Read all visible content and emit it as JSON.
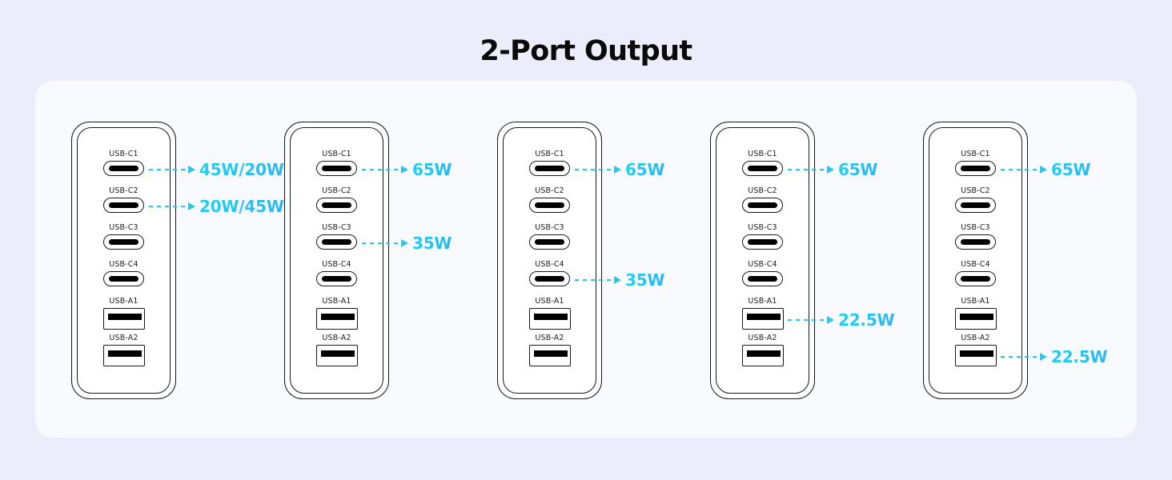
{
  "page": {
    "title": "2-Port Output",
    "background_color": "#ecedfa",
    "card_color": "#f9fafd",
    "accent_color": "#24c9f2",
    "outline_color": "#17181c"
  },
  "port_labels": {
    "c1": "USB-C1",
    "c2": "USB-C2",
    "c3": "USB-C3",
    "c4": "USB-C4",
    "a1": "USB-A1",
    "a2": "USB-A2"
  },
  "devices": [
    {
      "index": 1,
      "ports": [
        {
          "id": "c1",
          "label": "USB-C1",
          "type": "usb-c",
          "output": "45W/20W"
        },
        {
          "id": "c2",
          "label": "USB-C2",
          "type": "usb-c",
          "output": "20W/45W"
        },
        {
          "id": "c3",
          "label": "USB-C3",
          "type": "usb-c",
          "output": ""
        },
        {
          "id": "c4",
          "label": "USB-C4",
          "type": "usb-c",
          "output": ""
        },
        {
          "id": "a1",
          "label": "USB-A1",
          "type": "usb-a",
          "output": ""
        },
        {
          "id": "a2",
          "label": "USB-A2",
          "type": "usb-a",
          "output": ""
        }
      ]
    },
    {
      "index": 2,
      "ports": [
        {
          "id": "c1",
          "label": "USB-C1",
          "type": "usb-c",
          "output": "65W"
        },
        {
          "id": "c2",
          "label": "USB-C2",
          "type": "usb-c",
          "output": ""
        },
        {
          "id": "c3",
          "label": "USB-C3",
          "type": "usb-c",
          "output": "35W"
        },
        {
          "id": "c4",
          "label": "USB-C4",
          "type": "usb-c",
          "output": ""
        },
        {
          "id": "a1",
          "label": "USB-A1",
          "type": "usb-a",
          "output": ""
        },
        {
          "id": "a2",
          "label": "USB-A2",
          "type": "usb-a",
          "output": ""
        }
      ]
    },
    {
      "index": 3,
      "ports": [
        {
          "id": "c1",
          "label": "USB-C1",
          "type": "usb-c",
          "output": "65W"
        },
        {
          "id": "c2",
          "label": "USB-C2",
          "type": "usb-c",
          "output": ""
        },
        {
          "id": "c3",
          "label": "USB-C3",
          "type": "usb-c",
          "output": ""
        },
        {
          "id": "c4",
          "label": "USB-C4",
          "type": "usb-c",
          "output": "35W"
        },
        {
          "id": "a1",
          "label": "USB-A1",
          "type": "usb-a",
          "output": ""
        },
        {
          "id": "a2",
          "label": "USB-A2",
          "type": "usb-a",
          "output": ""
        }
      ]
    },
    {
      "index": 4,
      "ports": [
        {
          "id": "c1",
          "label": "USB-C1",
          "type": "usb-c",
          "output": "65W"
        },
        {
          "id": "c2",
          "label": "USB-C2",
          "type": "usb-c",
          "output": ""
        },
        {
          "id": "c3",
          "label": "USB-C3",
          "type": "usb-c",
          "output": ""
        },
        {
          "id": "c4",
          "label": "USB-C4",
          "type": "usb-c",
          "output": ""
        },
        {
          "id": "a1",
          "label": "USB-A1",
          "type": "usb-a",
          "output": "22.5W"
        },
        {
          "id": "a2",
          "label": "USB-A2",
          "type": "usb-a",
          "output": ""
        }
      ]
    },
    {
      "index": 5,
      "ports": [
        {
          "id": "c1",
          "label": "USB-C1",
          "type": "usb-c",
          "output": "65W"
        },
        {
          "id": "c2",
          "label": "USB-C2",
          "type": "usb-c",
          "output": ""
        },
        {
          "id": "c3",
          "label": "USB-C3",
          "type": "usb-c",
          "output": ""
        },
        {
          "id": "c4",
          "label": "USB-C4",
          "type": "usb-c",
          "output": ""
        },
        {
          "id": "a1",
          "label": "USB-A1",
          "type": "usb-a",
          "output": ""
        },
        {
          "id": "a2",
          "label": "USB-A2",
          "type": "usb-a",
          "output": "22.5W"
        }
      ]
    }
  ],
  "layout": {
    "device_left_positions": [
      89,
      355,
      621,
      887,
      1153
    ],
    "port_top_positions": [
      35,
      81,
      127,
      173,
      219,
      265
    ],
    "lead_lengths": [
      48,
      48,
      48,
      48,
      48,
      48
    ]
  }
}
